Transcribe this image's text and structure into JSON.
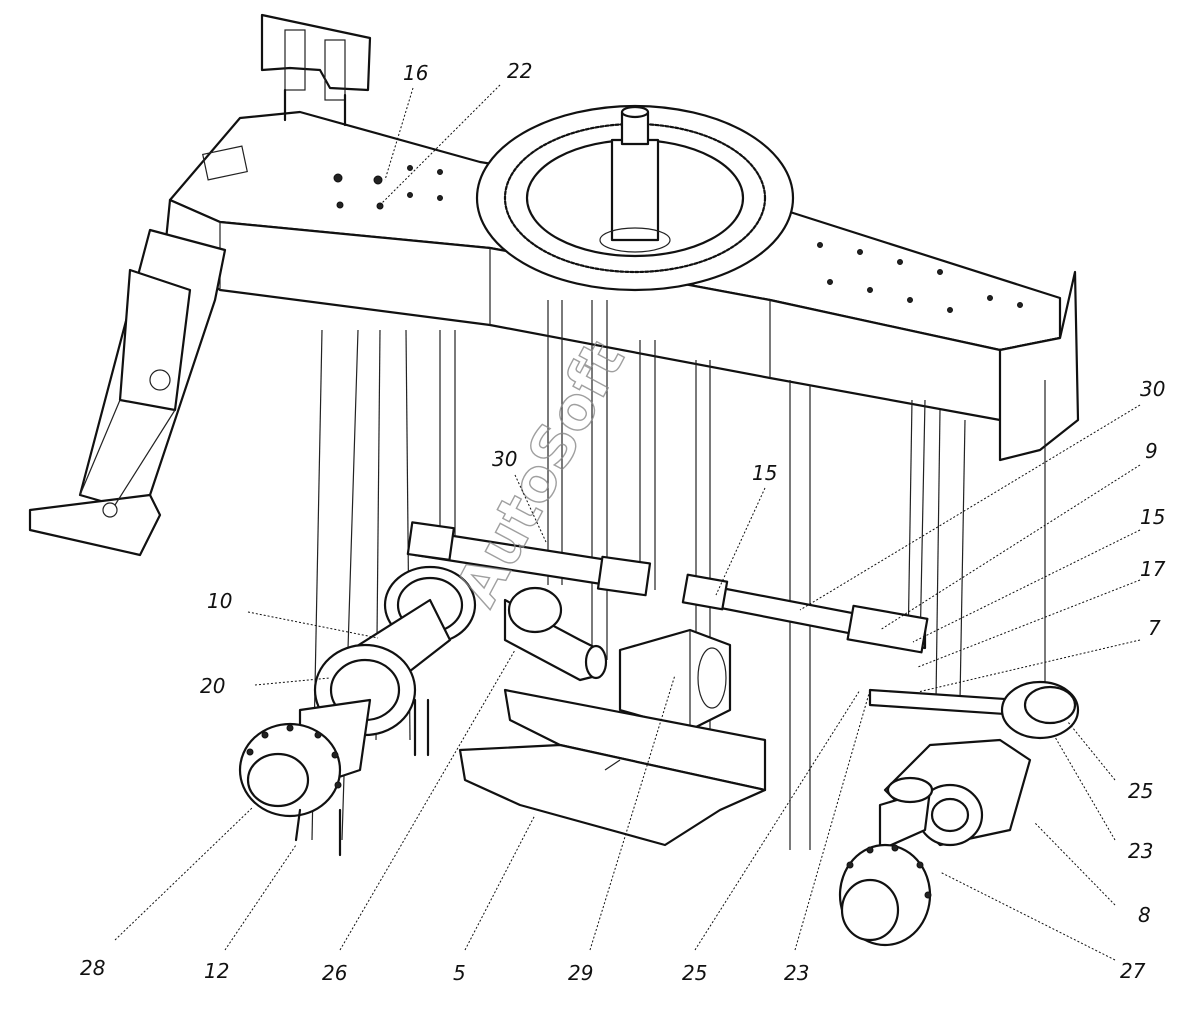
{
  "watermark": "AutoSoft",
  "callouts": [
    {
      "id": "c16",
      "label": "16"
    },
    {
      "id": "c22",
      "label": "22"
    },
    {
      "id": "c30a",
      "label": "30"
    },
    {
      "id": "c15a",
      "label": "15"
    },
    {
      "id": "c30b",
      "label": "30"
    },
    {
      "id": "c9",
      "label": "9"
    },
    {
      "id": "c15b",
      "label": "15"
    },
    {
      "id": "c17",
      "label": "17"
    },
    {
      "id": "c7",
      "label": "7"
    },
    {
      "id": "c10",
      "label": "10"
    },
    {
      "id": "c20",
      "label": "20"
    },
    {
      "id": "c25a",
      "label": "25"
    },
    {
      "id": "c23a",
      "label": "23"
    },
    {
      "id": "c8",
      "label": "8"
    },
    {
      "id": "c27",
      "label": "27"
    },
    {
      "id": "c28",
      "label": "28"
    },
    {
      "id": "c12",
      "label": "12"
    },
    {
      "id": "c26",
      "label": "26"
    },
    {
      "id": "c5",
      "label": "5"
    },
    {
      "id": "c29",
      "label": "29"
    },
    {
      "id": "c25b",
      "label": "25"
    },
    {
      "id": "c23b",
      "label": "23"
    }
  ]
}
